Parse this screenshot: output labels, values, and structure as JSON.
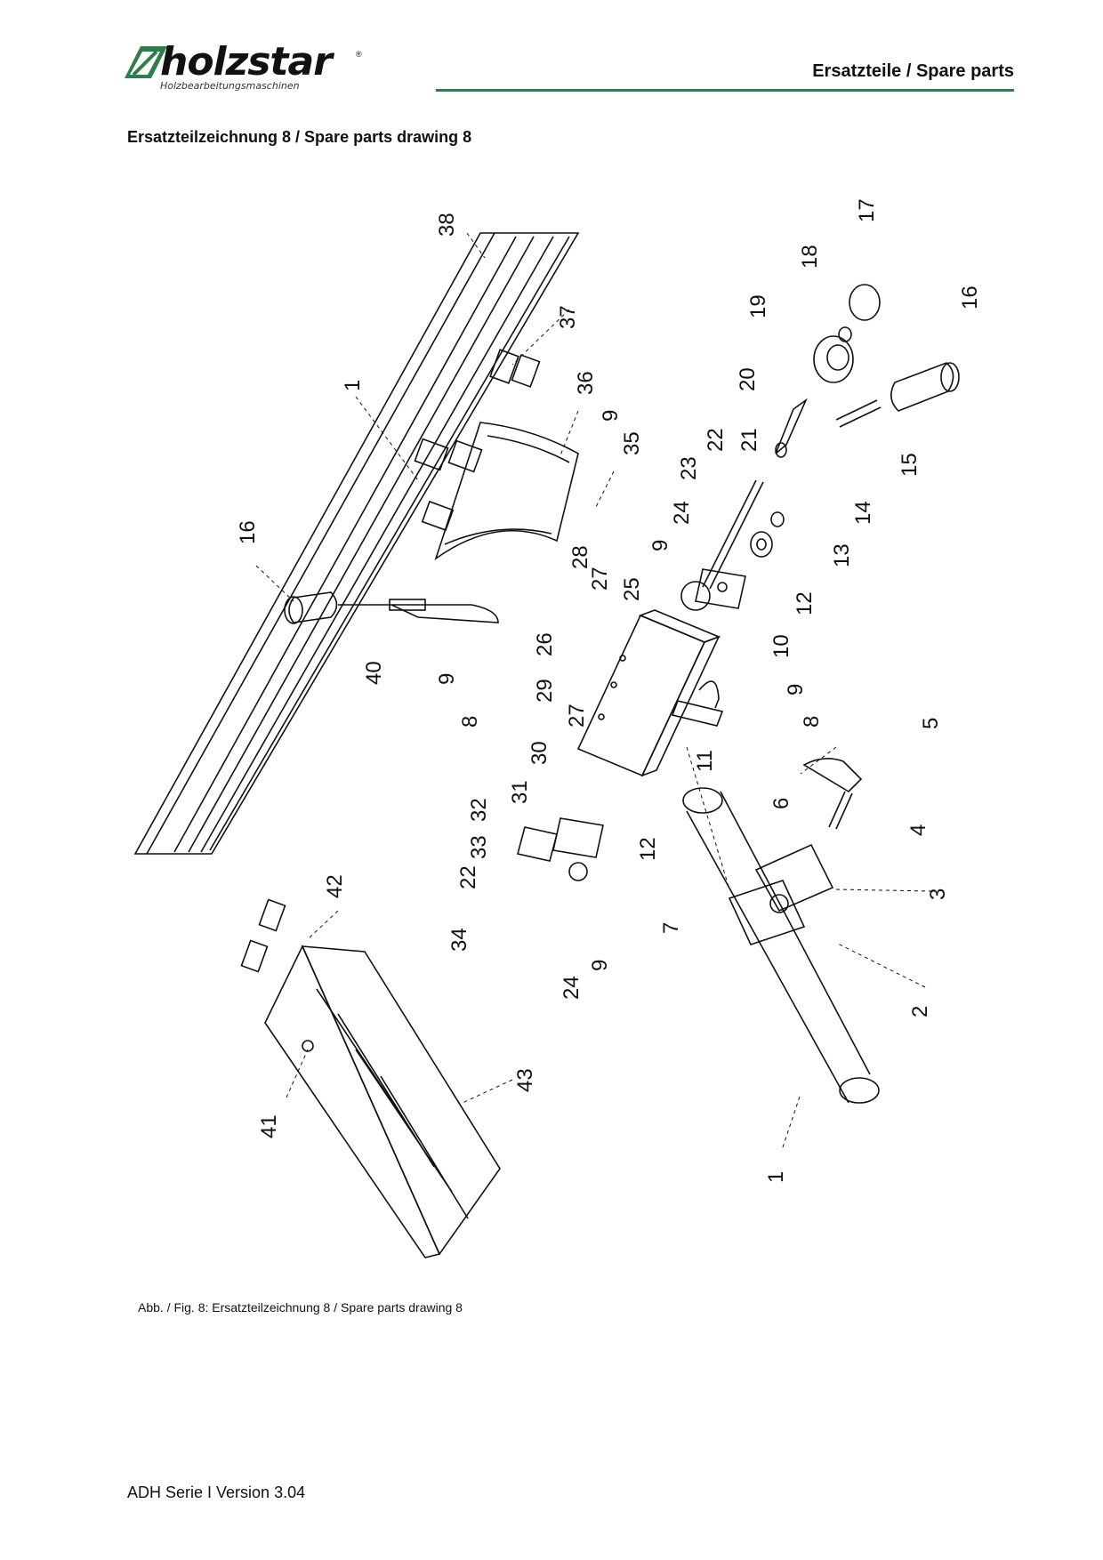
{
  "logo": {
    "name": "holzstar",
    "subtitle": "Holzbearbeitungsmaschinen",
    "registered": "®"
  },
  "header": {
    "title": "Ersatzteile / Spare parts"
  },
  "section_title": "Ersatzteilzeichnung 8 / Spare parts drawing 8",
  "callouts": {
    "p38": "38",
    "p37": "37",
    "p36": "36",
    "p35": "35",
    "p9a": "9",
    "p1a": "1",
    "p16a": "16",
    "p40": "40",
    "p9b": "9",
    "p8a": "8",
    "p26": "26",
    "p28": "28",
    "p27a": "27",
    "p25": "25",
    "p29": "29",
    "p27b": "27",
    "p30": "30",
    "p31": "31",
    "p32": "32",
    "p33": "33",
    "p22a": "22",
    "p34": "34",
    "p24a": "24",
    "p9c": "9",
    "p17": "17",
    "p18": "18",
    "p19": "19",
    "p16b": "16",
    "p20": "20",
    "p15": "15",
    "p21": "21",
    "p22b": "22",
    "p23": "23",
    "p24b": "24",
    "p9d": "9",
    "p14": "14",
    "p13": "13",
    "p12a": "12",
    "p10": "10",
    "p9e": "9",
    "p8b": "8",
    "p11": "11",
    "p5": "5",
    "p6": "6",
    "p4": "4",
    "p3": "3",
    "p12b": "12",
    "p7": "7",
    "p2": "2",
    "p1b": "1",
    "p42": "42",
    "p43": "43",
    "p41": "41"
  },
  "caption": "Abb. / Fig. 8: Ersatzteilzeichnung 8 / Spare parts drawing 8",
  "footer": "ADH Serie I Version 3.04"
}
